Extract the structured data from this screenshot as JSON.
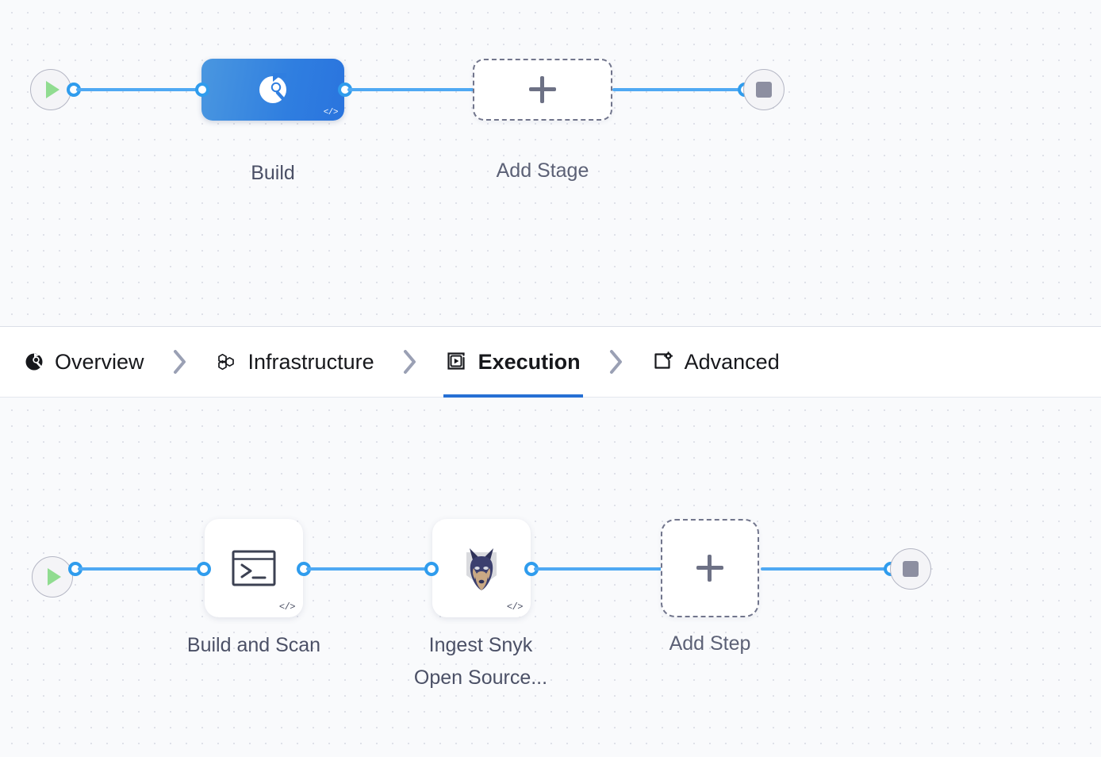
{
  "theme": {
    "canvas_bg": "#f9fafc",
    "dot_color": "#dfe1e9",
    "link_color": "#4fa9f3",
    "port_color": "#2f9ced",
    "stage_blue_from": "#4a97e0",
    "stage_blue_to": "#2a74de",
    "active_tab_underline": "#2670d4",
    "start_icon_green": "#90dc90",
    "stop_icon_gray": "#8d8fa1",
    "label_color": "#4b5066"
  },
  "stage_graph": {
    "start_node": {
      "name": "pipeline-start",
      "icon": "play-icon"
    },
    "end_node": {
      "name": "pipeline-end",
      "icon": "stop-icon"
    },
    "stages": [
      {
        "label": "Build",
        "icon": "ci-build-icon",
        "code_badge": "</>",
        "selected": true
      }
    ],
    "add_stage": {
      "label": "Add Stage",
      "icon": "plus-icon"
    }
  },
  "tabs": {
    "items": [
      {
        "label": "Overview",
        "icon": "ci-overview-icon",
        "active": false
      },
      {
        "label": "Infrastructure",
        "icon": "hexagons-icon",
        "active": false
      },
      {
        "label": "Execution",
        "icon": "play-in-box-icon",
        "active": true
      },
      {
        "label": "Advanced",
        "icon": "card-gear-icon",
        "active": false
      }
    ],
    "separator_icon": "chevron-right-icon"
  },
  "step_graph": {
    "start_node": {
      "name": "execution-start",
      "icon": "play-icon"
    },
    "end_node": {
      "name": "execution-end",
      "icon": "stop-icon"
    },
    "steps": [
      {
        "label": "Build and Scan",
        "icon": "terminal-icon",
        "code_badge": "</>"
      },
      {
        "label": "Ingest Snyk\nOpen Source...",
        "icon": "snyk-logo-icon",
        "code_badge": "</>"
      }
    ],
    "add_step": {
      "label": "Add Step",
      "icon": "plus-icon"
    }
  }
}
